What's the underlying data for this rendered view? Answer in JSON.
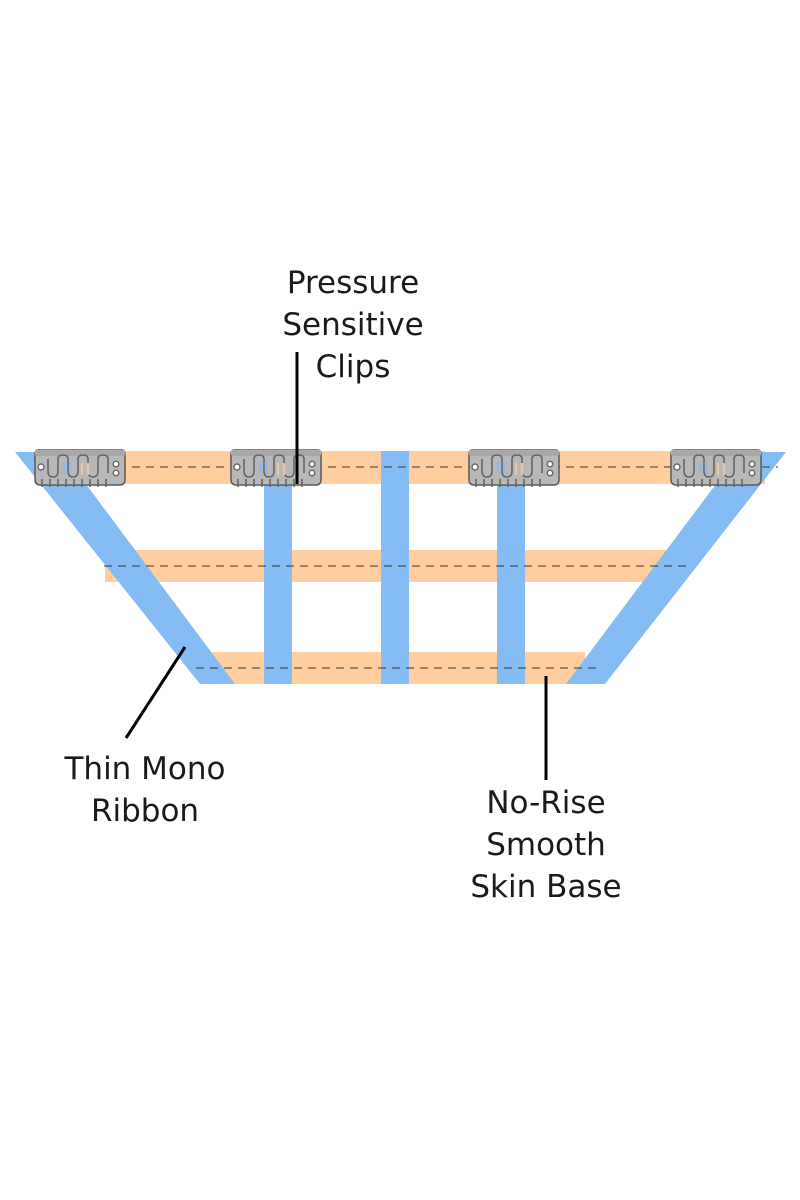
{
  "colors": {
    "mono_ribbon": "#85BCF3",
    "skin_base": "#FFCD9E",
    "clip_metal": "#B8B8B8",
    "clip_accent_blue": "#85BCF3",
    "clip_accent_tan": "#E9C7A4",
    "leader_line": "#000000",
    "text": "#1a1a1a",
    "background": "#ffffff"
  },
  "labels": {
    "clips": [
      "Pressure",
      "Sensitive",
      "Clips"
    ],
    "ribbon": [
      "Thin Mono",
      "Ribbon"
    ],
    "base": [
      "No-Rise",
      "Smooth",
      "Skin Base"
    ]
  },
  "icons": {
    "clip": "snap-clip-icon",
    "clip_count": 4
  }
}
